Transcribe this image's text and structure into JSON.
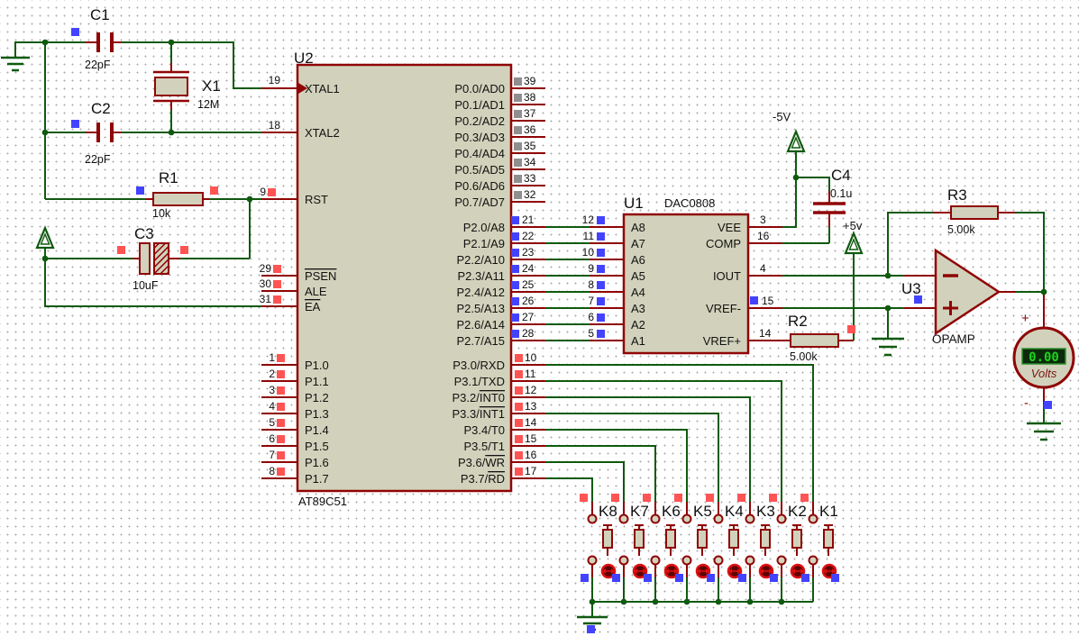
{
  "u2": {
    "ref": "U2",
    "part": "AT89C51",
    "left_pins": [
      {
        "num": "19",
        "name": "XTAL1"
      },
      {
        "num": "18",
        "name": "XTAL2"
      },
      {
        "num": "9",
        "name": "RST"
      },
      {
        "num": "29",
        "name": "PSEN"
      },
      {
        "num": "30",
        "name": "ALE"
      },
      {
        "num": "31",
        "name": "EA"
      },
      {
        "num": "1",
        "name": "P1.0"
      },
      {
        "num": "2",
        "name": "P1.1"
      },
      {
        "num": "3",
        "name": "P1.2"
      },
      {
        "num": "4",
        "name": "P1.3"
      },
      {
        "num": "5",
        "name": "P1.4"
      },
      {
        "num": "6",
        "name": "P1.5"
      },
      {
        "num": "7",
        "name": "P1.6"
      },
      {
        "num": "8",
        "name": "P1.7"
      }
    ],
    "p0_pins": [
      {
        "num": "39",
        "name": "P0.0/AD0"
      },
      {
        "num": "38",
        "name": "P0.1/AD1"
      },
      {
        "num": "37",
        "name": "P0.2/AD2"
      },
      {
        "num": "36",
        "name": "P0.3/AD3"
      },
      {
        "num": "35",
        "name": "P0.4/AD4"
      },
      {
        "num": "34",
        "name": "P0.5/AD5"
      },
      {
        "num": "33",
        "name": "P0.6/AD6"
      },
      {
        "num": "32",
        "name": "P0.7/AD7"
      }
    ],
    "p2_pins": [
      {
        "num": "21",
        "name": "P2.0/A8"
      },
      {
        "num": "22",
        "name": "P2.1/A9"
      },
      {
        "num": "23",
        "name": "P2.2/A10"
      },
      {
        "num": "24",
        "name": "P2.3/A11"
      },
      {
        "num": "25",
        "name": "P2.4/A12"
      },
      {
        "num": "26",
        "name": "P2.5/A13"
      },
      {
        "num": "27",
        "name": "P2.6/A14"
      },
      {
        "num": "28",
        "name": "P2.7/A15"
      }
    ],
    "p3_pins": [
      {
        "num": "10",
        "pre": "P3.0/RXD",
        "bar": ""
      },
      {
        "num": "11",
        "pre": "P3.1/TXD",
        "bar": ""
      },
      {
        "num": "12",
        "pre": "P3.2/",
        "bar": "INT0"
      },
      {
        "num": "13",
        "pre": "P3.3/",
        "bar": "INT1"
      },
      {
        "num": "14",
        "pre": "P3.4/T0",
        "bar": ""
      },
      {
        "num": "15",
        "pre": "P3.5/T1",
        "bar": ""
      },
      {
        "num": "16",
        "pre": "P3.6/",
        "bar": "WR"
      },
      {
        "num": "17",
        "pre": "P3.7/",
        "bar": "RD"
      }
    ]
  },
  "u1": {
    "ref": "U1",
    "part": "DAC0808",
    "left_pins": [
      {
        "num": "12",
        "name": "A8"
      },
      {
        "num": "11",
        "name": "A7"
      },
      {
        "num": "10",
        "name": "A6"
      },
      {
        "num": "9",
        "name": "A5"
      },
      {
        "num": "8",
        "name": "A4"
      },
      {
        "num": "7",
        "name": "A3"
      },
      {
        "num": "6",
        "name": "A2"
      },
      {
        "num": "5",
        "name": "A1"
      }
    ],
    "right_pins": [
      {
        "num": "3",
        "name": "VEE"
      },
      {
        "num": "16",
        "name": "COMP"
      },
      {
        "num": "4",
        "name": "IOUT"
      },
      {
        "num": "15",
        "name": "VREF-"
      },
      {
        "num": "14",
        "name": "VREF+"
      }
    ]
  },
  "parts": {
    "c1": {
      "ref": "C1",
      "value": "22pF"
    },
    "c2": {
      "ref": "C2",
      "value": "22pF"
    },
    "x1": {
      "ref": "X1",
      "value": "12M"
    },
    "r1": {
      "ref": "R1",
      "value": "10k"
    },
    "c3": {
      "ref": "C3",
      "value": "10uF"
    },
    "c4": {
      "ref": "C4",
      "value": "0.1u"
    },
    "r2": {
      "ref": "R2",
      "value": "5.00k"
    },
    "r3": {
      "ref": "R3",
      "value": "5.00k"
    },
    "u3": {
      "ref": "U3",
      "value": "OPAMP"
    }
  },
  "power": {
    "neg_rail": "-5V",
    "pos_rail": "+5v"
  },
  "meter": {
    "reading": "0.00",
    "unit": "Volts",
    "plus": "+",
    "minus": "-"
  },
  "buttons": [
    {
      "ref": "K8"
    },
    {
      "ref": "K7"
    },
    {
      "ref": "K6"
    },
    {
      "ref": "K5"
    },
    {
      "ref": "K4"
    },
    {
      "ref": "K3"
    },
    {
      "ref": "K2"
    },
    {
      "ref": "K1"
    }
  ]
}
